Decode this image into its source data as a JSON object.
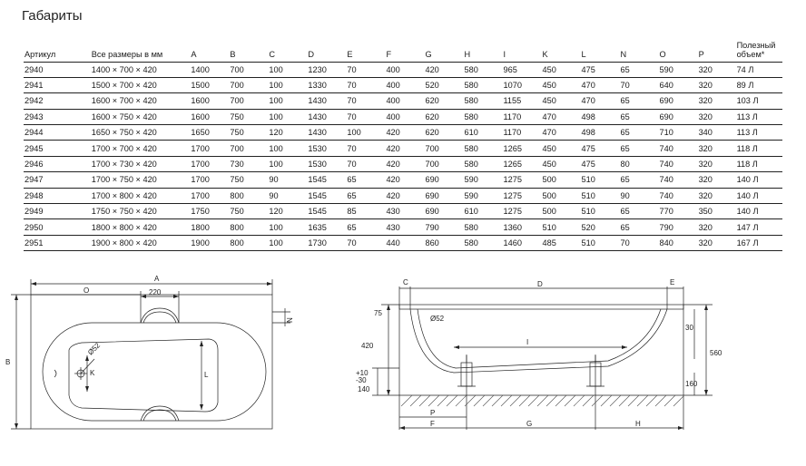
{
  "title": "Габариты",
  "table": {
    "headers": [
      "Артикул",
      "Все размеры в мм",
      "A",
      "B",
      "C",
      "D",
      "E",
      "F",
      "G",
      "H",
      "I",
      "K",
      "L",
      "N",
      "O",
      "P",
      "Полезный объем*"
    ],
    "rows": [
      [
        "2940",
        "1400 × 700 × 420",
        "1400",
        "700",
        "100",
        "1230",
        "70",
        "400",
        "420",
        "580",
        "965",
        "450",
        "475",
        "65",
        "590",
        "320",
        "74 Л"
      ],
      [
        "2941",
        "1500 × 700 × 420",
        "1500",
        "700",
        "100",
        "1330",
        "70",
        "400",
        "520",
        "580",
        "1070",
        "450",
        "470",
        "70",
        "640",
        "320",
        "89 Л"
      ],
      [
        "2942",
        "1600 × 700 × 420",
        "1600",
        "700",
        "100",
        "1430",
        "70",
        "400",
        "620",
        "580",
        "1155",
        "450",
        "470",
        "65",
        "690",
        "320",
        "103 Л"
      ],
      [
        "2943",
        "1600 × 750 × 420",
        "1600",
        "750",
        "100",
        "1430",
        "70",
        "400",
        "620",
        "580",
        "1170",
        "470",
        "498",
        "65",
        "690",
        "320",
        "113 Л"
      ],
      [
        "2944",
        "1650 × 750 × 420",
        "1650",
        "750",
        "120",
        "1430",
        "100",
        "420",
        "620",
        "610",
        "1170",
        "470",
        "498",
        "65",
        "710",
        "340",
        "113 Л"
      ],
      [
        "2945",
        "1700 × 700 × 420",
        "1700",
        "700",
        "100",
        "1530",
        "70",
        "420",
        "700",
        "580",
        "1265",
        "450",
        "475",
        "65",
        "740",
        "320",
        "118 Л"
      ],
      [
        "2946",
        "1700 × 730 × 420",
        "1700",
        "730",
        "100",
        "1530",
        "70",
        "420",
        "700",
        "580",
        "1265",
        "450",
        "475",
        "80",
        "740",
        "320",
        "118 Л"
      ],
      [
        "2947",
        "1700 × 750 × 420",
        "1700",
        "750",
        "90",
        "1545",
        "65",
        "420",
        "690",
        "590",
        "1275",
        "500",
        "510",
        "65",
        "740",
        "320",
        "140 Л"
      ],
      [
        "2948",
        "1700 × 800 × 420",
        "1700",
        "800",
        "90",
        "1545",
        "65",
        "420",
        "690",
        "590",
        "1275",
        "500",
        "510",
        "90",
        "740",
        "320",
        "140 Л"
      ],
      [
        "2949",
        "1750 × 750 × 420",
        "1750",
        "750",
        "120",
        "1545",
        "85",
        "430",
        "690",
        "610",
        "1275",
        "500",
        "510",
        "65",
        "770",
        "350",
        "140 Л"
      ],
      [
        "2950",
        "1800 × 800 × 420",
        "1800",
        "800",
        "100",
        "1635",
        "65",
        "430",
        "790",
        "580",
        "1360",
        "510",
        "520",
        "65",
        "790",
        "320",
        "147 Л"
      ],
      [
        "2951",
        "1900 × 800 × 420",
        "1900",
        "800",
        "100",
        "1730",
        "70",
        "440",
        "860",
        "580",
        "1460",
        "485",
        "510",
        "70",
        "840",
        "320",
        "167 Л"
      ]
    ]
  },
  "plan": {
    "labels": {
      "a": "A",
      "o": "O",
      "d220": "220",
      "n": "N",
      "b": "B",
      "k": "K",
      "l": "L",
      "d52": "Ø52"
    }
  },
  "side": {
    "labels": {
      "c": "C",
      "d": "D",
      "e": "E",
      "d75": "75",
      "d52": "Ø52",
      "d420": "420",
      "i": "I",
      "d30": "30",
      "d560": "560",
      "d160": "160",
      "p10": "+10",
      "m30": "-30",
      "d140": "140",
      "p": "P",
      "f": "F",
      "g": "G",
      "h": "H"
    }
  }
}
